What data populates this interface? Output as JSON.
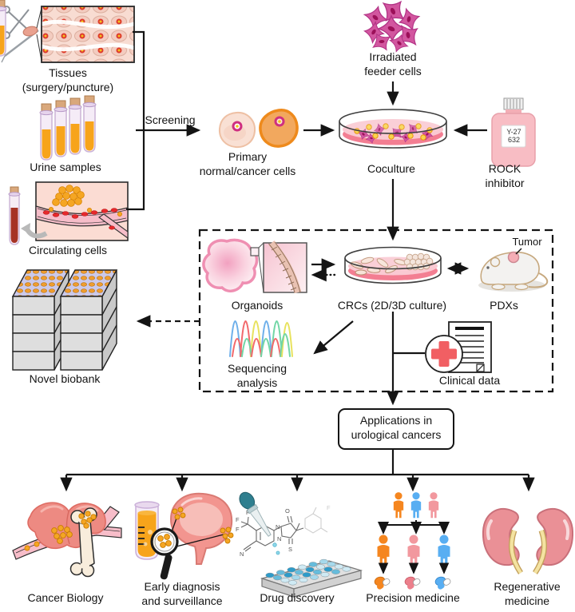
{
  "figure_type": "workflow-diagram",
  "sources": {
    "tissues_label": "Tissues\n(surgery/puncture)",
    "urine_label": "Urine samples",
    "circulating_label": "Circulating cells",
    "biobank_label": "Novel biobank"
  },
  "top_flow": {
    "screening_label": "Screening",
    "primary_cells_label": "Primary\nnormal/cancer cells",
    "feeder_label": "Irradiated\nfeeder cells",
    "coculture_label": "Coculture",
    "rock_label": "ROCK inhibitor",
    "rock_bottle_text": "Y-27\n632"
  },
  "model_box": {
    "organoids_label": "Organoids",
    "crcs_label": "CRCs (2D/3D culture)",
    "pdxs_label": "PDXs",
    "tumor_label": "Tumor",
    "sequencing_label": "Sequencing\nanalysis",
    "clinical_label": "Clinical data"
  },
  "applications": {
    "box_label": "Applications in\nurological cancers",
    "items": [
      {
        "label": "Cancer Biology",
        "arrow": "solid"
      },
      {
        "label": "Early diagnosis\nand surveillance",
        "arrow": "dashed"
      },
      {
        "label": "Drug discovery",
        "arrow": "solid"
      },
      {
        "label": "Precision medicine",
        "arrow": "solid"
      },
      {
        "label": "Regenerative\nmedicine",
        "arrow": "dashed"
      }
    ]
  },
  "chem_atoms": {
    "f": "F",
    "o": "O",
    "n": "N",
    "s": "S"
  },
  "colors": {
    "arrow_black": "#141414",
    "feeder_magenta": "#d2569f",
    "ctc_orange": "#f5a623",
    "urine_orange": "#f7a41b",
    "blood_red": "#a63325",
    "medium_pink_light": "#fac9d2",
    "medium_pink_deep": "#f37e92",
    "organ_salmon": "#ed8a82",
    "kidney_pink": "#ea9096",
    "biobank_gray": "#dedede",
    "biobank_top_lavender": "#cbc9ea",
    "well_blue": "#2e9bc9",
    "cross_red": "#f15f63",
    "person_orange": "#f5861f",
    "person_blue": "#58aef2",
    "person_pink": "#f2989e"
  }
}
